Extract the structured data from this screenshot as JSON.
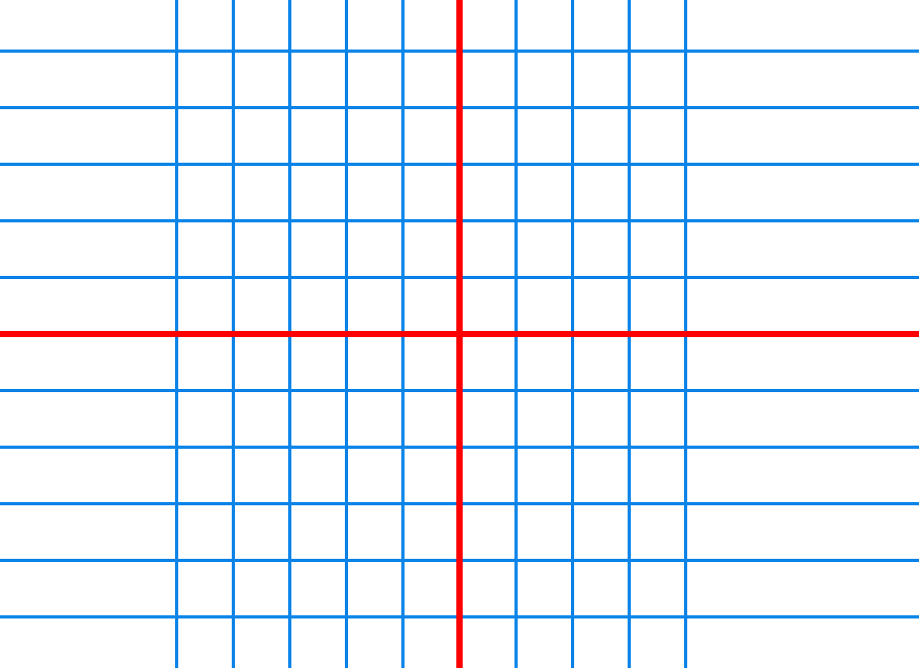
{
  "colors": {
    "background": "#ffffff",
    "grid_line": "#0a84e8",
    "axis_line": "#ff0000"
  },
  "grid": {
    "columns_left_of_axis": 5,
    "columns_right_of_axis": 4,
    "rows_above_axis": 5,
    "rows_below_axis": 5
  }
}
